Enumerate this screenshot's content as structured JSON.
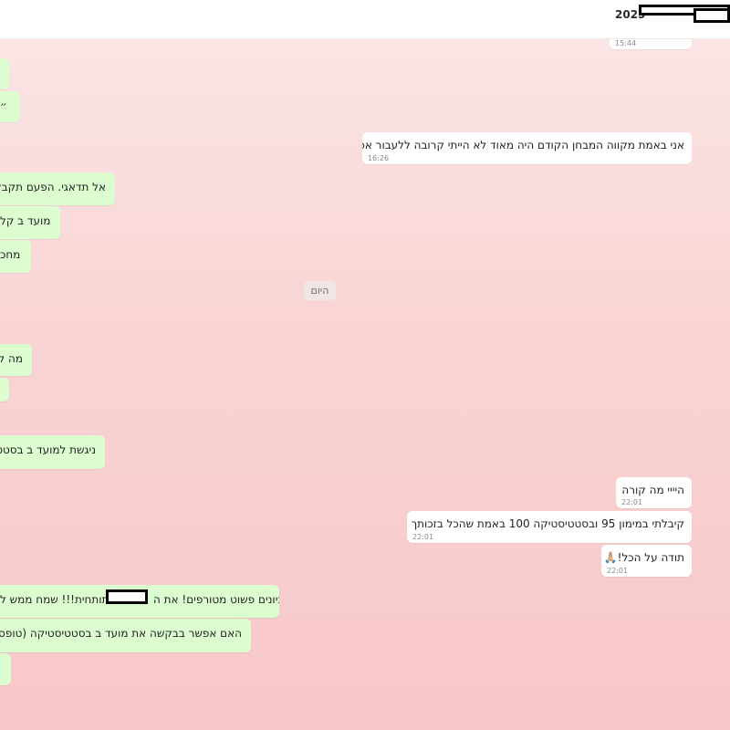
{
  "header": {
    "title_visible": "2025"
  },
  "messages": {
    "m1": {
      "time": "15:44"
    },
    "m2": {
      "text": "אני באמת מקווה המבחן הקודם היה מאוד לא הייתי קרובה ללעבור אפילו",
      "time": "16:26"
    },
    "m3": {
      "text": "היייי מה קורה",
      "time": "22:01"
    },
    "m4": {
      "text": "קיבלתי במימון 95 ובסטטיסטיקה 100  באמת שהכל בזכותך !!!",
      "time": "22:01"
    },
    "m5": {
      "text": "תודה על הכל!",
      "time": "22:01",
      "emoji": "🙏🏼"
    }
  },
  "replies": {
    "r1": {
      "text": "״"
    },
    "r2": {
      "text": "אל תדאגי. הפעם תקבלי"
    },
    "r3": {
      "text": "מועד ב קל"
    },
    "r4": {
      "text": "מחכ"
    },
    "r5": {
      "text": "מה ק"
    },
    "r6": {
      "text": "ניגשת למועד ב בסטטי"
    },
    "r7": {
      "text": "ציונים פשוט מטורפים! את ה"
    },
    "r7b": {
      "text": "תותחית!!! שמח ממש ל"
    },
    "r8": {
      "text": "האם אפשר בבקשה את מועד ב בסטטיסטיקה (טופס הש"
    }
  },
  "date_separator": "היום"
}
